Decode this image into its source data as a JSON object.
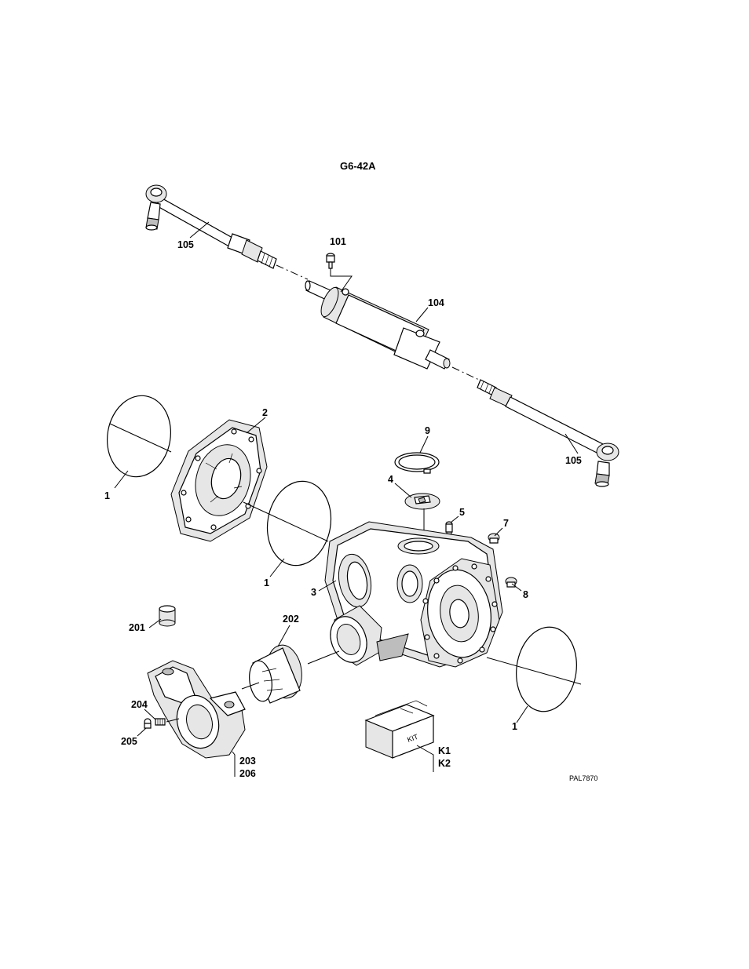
{
  "figure": {
    "title": "G6-42A",
    "code": "PAL7870"
  },
  "callouts": {
    "c1a": "1",
    "c1b": "1",
    "c1c": "1",
    "c2": "2",
    "c3": "3",
    "c4": "4",
    "c5": "5",
    "c7": "7",
    "c8": "8",
    "c9": "9",
    "c101": "101",
    "c104": "104",
    "c105a": "105",
    "c105b": "105",
    "c201": "201",
    "c202": "202",
    "c203": "203",
    "c204": "204",
    "c205": "205",
    "c206": "206",
    "k1": "K1",
    "k2": "K2"
  },
  "kit_box_text": "KIT"
}
